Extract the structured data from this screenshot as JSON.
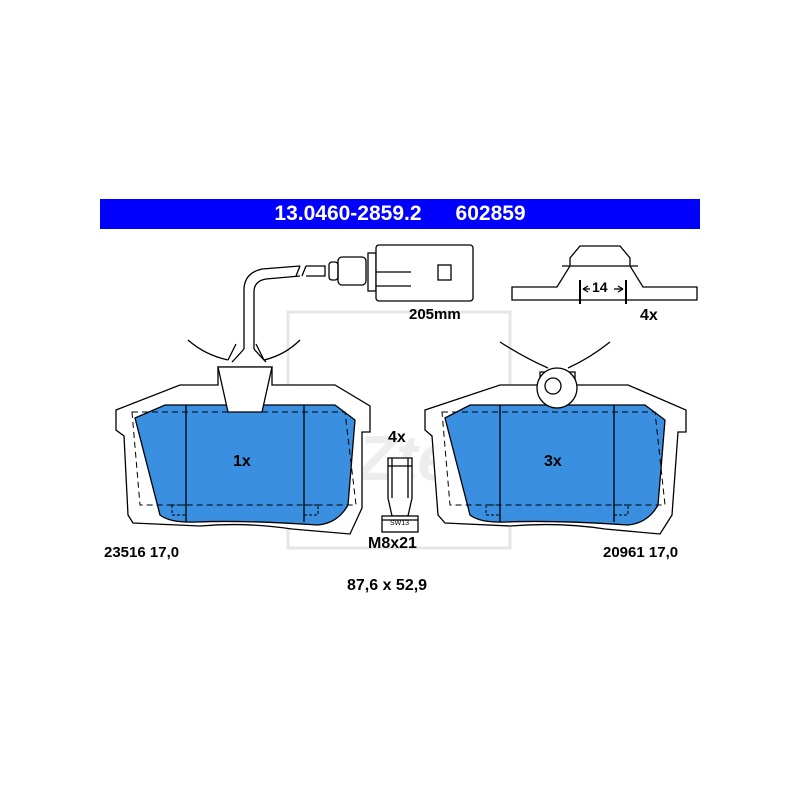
{
  "header": {
    "part_number": "13.0460-2859.2",
    "ref_number": "602859",
    "background_color": "#0000ff",
    "text_color": "#ffffff"
  },
  "wear_sensor": {
    "length_label": "205mm"
  },
  "spring_clip": {
    "width_label": "14",
    "quantity_label": "4x"
  },
  "bolt": {
    "quantity_label": "4x",
    "size_label": "M8x21",
    "wrench_label": "SW13"
  },
  "left_pad": {
    "quantity_label": "1x",
    "code_label": "23516 17,0",
    "fill_color": "#3a8fe0"
  },
  "right_pad": {
    "quantity_label": "3x",
    "code_label": "20961 17,0",
    "fill_color": "#3a8fe0"
  },
  "dimensions": {
    "label": "87,6 x 52,9"
  }
}
